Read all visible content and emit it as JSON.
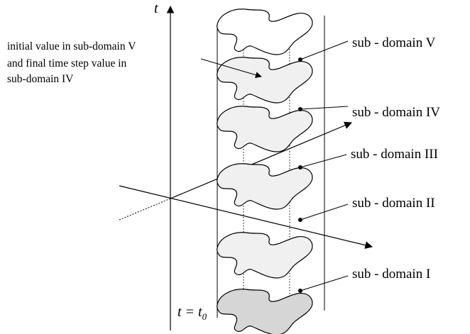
{
  "axes": {
    "t_label": "t",
    "t0_prefix": "t = t",
    "t0_subscript": "0"
  },
  "annotation": {
    "lines": [
      "initial value in sub-domain V",
      "and final time step value in",
      "sub-domain IV"
    ]
  },
  "subdomains": [
    {
      "label": "sub - domain",
      "numeral": "V"
    },
    {
      "label": "sub - domain",
      "numeral": "IV"
    },
    {
      "label": "sub - domain",
      "numeral": "III"
    },
    {
      "label": "sub - domain",
      "numeral": "II"
    },
    {
      "label": "sub - domain",
      "numeral": "I"
    }
  ],
  "colors": {
    "slice_fill": "#f0f0f0",
    "bottom_slice_fill": "#d6d6d6",
    "stroke": "#000000"
  }
}
